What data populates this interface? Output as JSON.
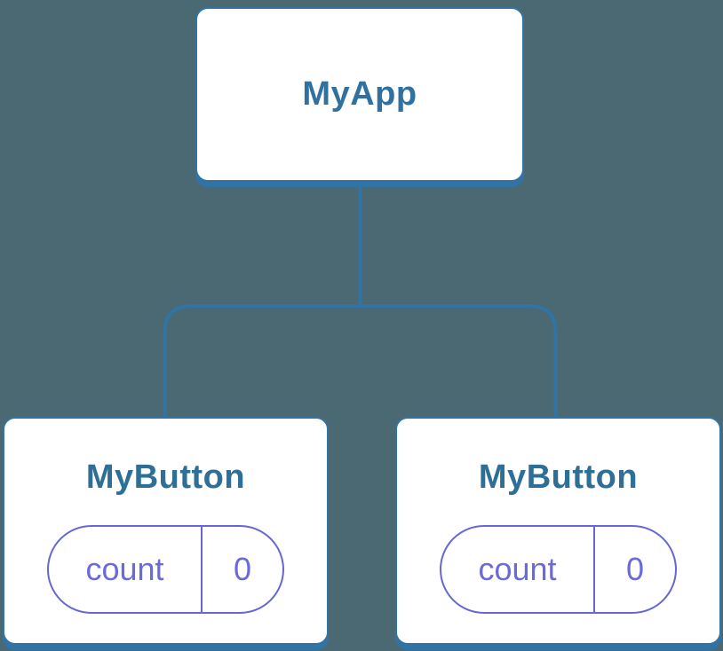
{
  "diagram": {
    "root": {
      "label": "MyApp"
    },
    "children": [
      {
        "label": "MyButton",
        "state": {
          "key": "count",
          "value": "0"
        }
      },
      {
        "label": "MyButton",
        "state": {
          "key": "count",
          "value": "0"
        }
      }
    ]
  },
  "colors": {
    "background": "#4A6972",
    "node_border_and_lines": "#3273A6",
    "node_title_text": "#31719F",
    "state_pill_accent": "#6B6ADB",
    "node_fill": "#ffffff"
  }
}
